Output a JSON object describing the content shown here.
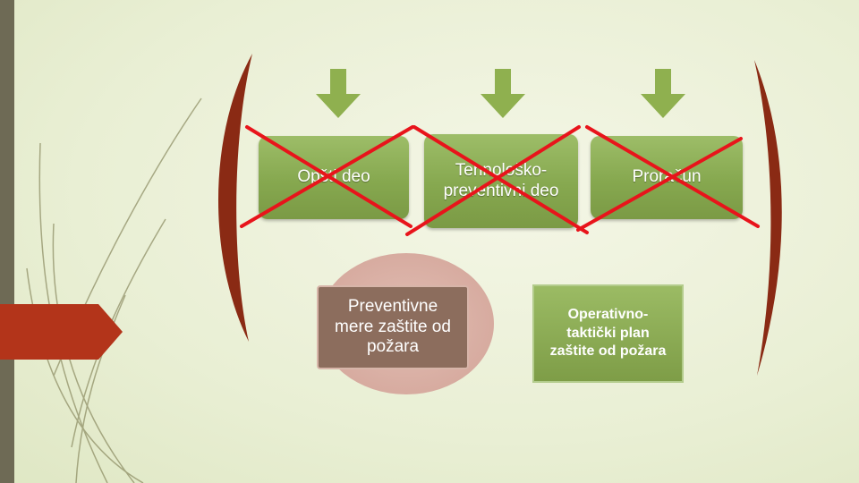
{
  "diagram": {
    "top_boxes": [
      {
        "label": "Opšti deo",
        "crossed": true
      },
      {
        "label": "Tehnološko-preventivni deo",
        "crossed": true
      },
      {
        "label": "Proračun",
        "crossed": true
      }
    ],
    "bottom_boxes": [
      {
        "label": "Preventivne mere zaštite od požara",
        "highlighted": true
      },
      {
        "label": "Operativno-taktički plan zaštite od požara",
        "highlighted": false
      }
    ],
    "colors": {
      "box_green": "#86a84f",
      "arrow_green": "#8fb04f",
      "cross_red": "#e8141b",
      "bracket_red": "#8a2a14",
      "tab_orange": "#b3341a",
      "circle_pink": "#d9ada1",
      "side_bar": "#6e6a55"
    }
  }
}
